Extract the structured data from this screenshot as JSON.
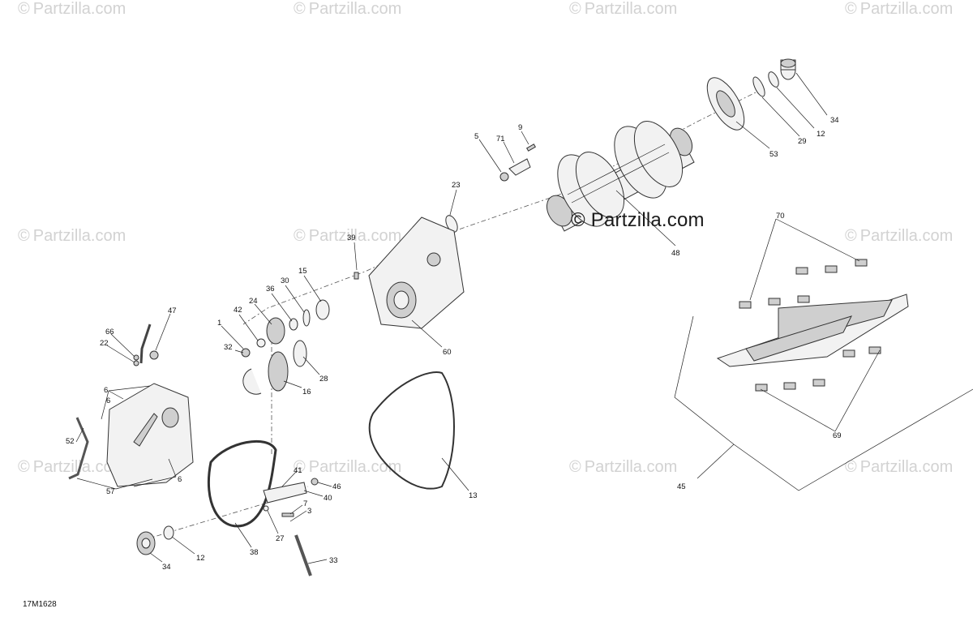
{
  "watermark_text": "Partzilla.com",
  "brand_text": "Partzilla.com",
  "drawing_code": "17M1628",
  "callouts": {
    "c5": "5",
    "c71": "71",
    "c9": "9",
    "c23": "23",
    "c39": "39",
    "c48": "48",
    "c53": "53",
    "c29": "29",
    "c12a": "12",
    "c34a": "34",
    "c60": "60",
    "c15": "15",
    "c30": "30",
    "c36": "36",
    "c24": "24",
    "c42": "42",
    "c1": "1",
    "c32": "32",
    "c28": "28",
    "c16": "16",
    "c47": "47",
    "c66": "66",
    "c22": "22",
    "c6a": "6",
    "c6b": "6",
    "c6c": "6",
    "c52": "52",
    "c57": "57",
    "c41": "41",
    "c46": "46",
    "c40": "40",
    "c7": "7",
    "c3": "3",
    "c27": "27",
    "c33": "33",
    "c38": "38",
    "c12b": "12",
    "c34b": "34",
    "c13": "13",
    "c70": "70",
    "c69": "69",
    "c45": "45"
  }
}
